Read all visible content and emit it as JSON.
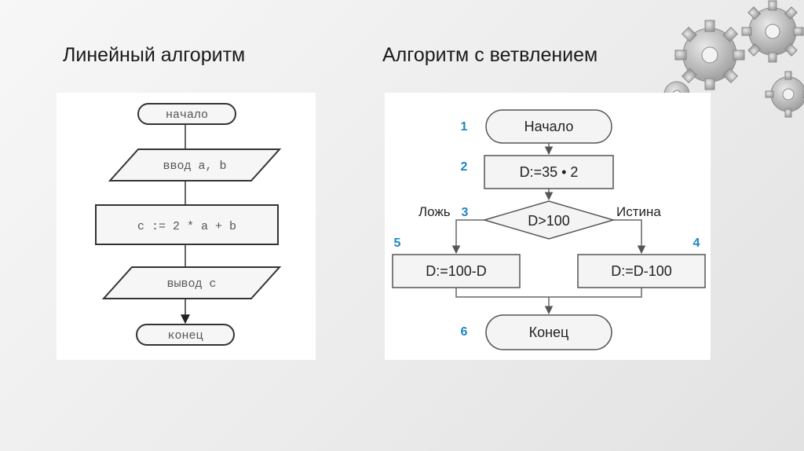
{
  "titles": {
    "left": "Линейный алгоритм",
    "right": "Алгоритм с ветвлением"
  },
  "linear": {
    "start": "начало",
    "input": "ввод a, b",
    "process": "c := 2 * a + b",
    "output": "вывод c",
    "end": "конец"
  },
  "branching": {
    "start": "Начало",
    "assign": "D:=35 • 2",
    "condition": "D>100",
    "false_label": "Ложь",
    "true_label": "Истина",
    "false_action": "D:=100-D",
    "true_action": "D:=D-100",
    "end": "Конец",
    "step_numbers": {
      "start": "1",
      "assign": "2",
      "condition": "3",
      "true_action": "4",
      "false_action": "5",
      "end": "6"
    }
  },
  "colors": {
    "step_number": "#1f86c4",
    "outline_linear": "#333333",
    "fill_linear": "#f6f6f6"
  },
  "icons": [
    "gears-icon"
  ]
}
